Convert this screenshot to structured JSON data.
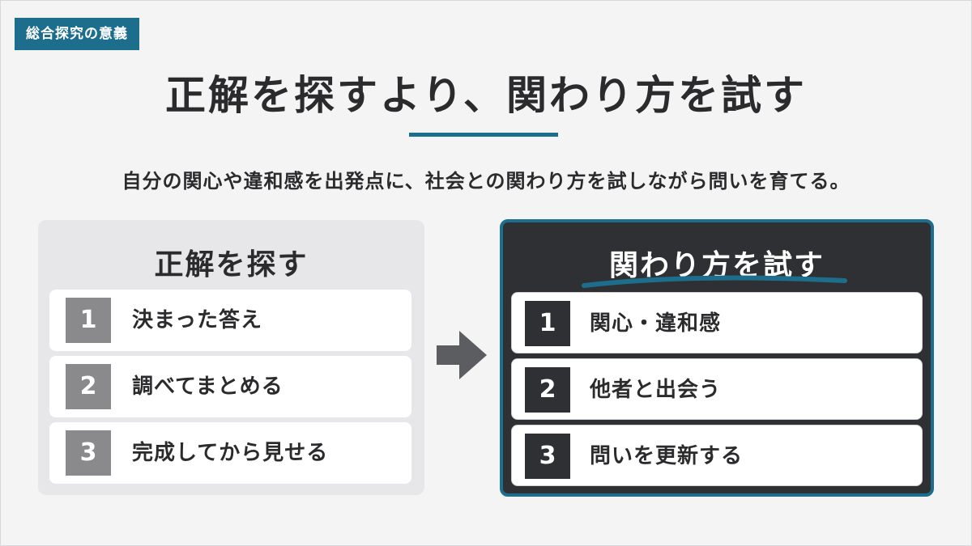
{
  "tag": "総合探究の意義",
  "title": "正解を探すより、関わり方を試す",
  "subtitle": "自分の関心や違和感を出発点に、社会との関わり方を試しながら問いを育てる。",
  "left_panel": {
    "heading": "正解を探す",
    "items": [
      {
        "num": "1",
        "label": "決まった答え"
      },
      {
        "num": "2",
        "label": "調べてまとめる"
      },
      {
        "num": "3",
        "label": "完成してから見せる"
      }
    ]
  },
  "right_panel": {
    "heading": "関わり方を試す",
    "items": [
      {
        "num": "1",
        "label": "関心・違和感"
      },
      {
        "num": "2",
        "label": "他者と出会う"
      },
      {
        "num": "3",
        "label": "問いを更新する"
      }
    ]
  },
  "colors": {
    "accent": "#1d6e8c",
    "dark_panel": "#2f3033",
    "light_panel": "#e7e7e9",
    "left_number_box": "#8a8a8c",
    "background": "#f4f4f5"
  },
  "icons": {
    "arrow": "arrow-right-icon",
    "underline": "brush-underline"
  }
}
